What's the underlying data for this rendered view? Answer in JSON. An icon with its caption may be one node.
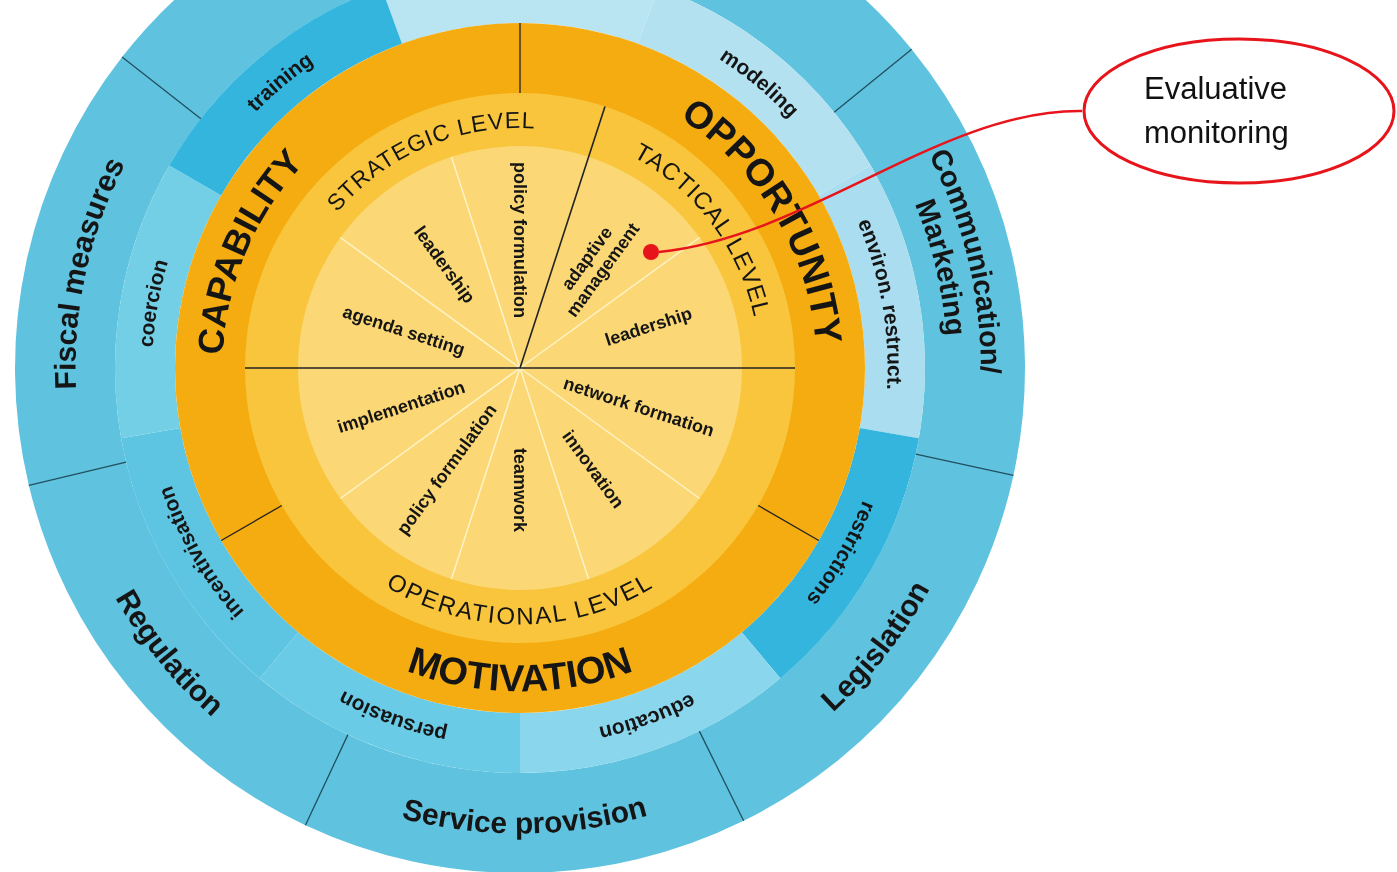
{
  "diagram": {
    "nodes": [
      {
        "text": [
          "Evaluative monitoring"
        ]
      },
      {
        "text": [],
        "shape": "circle"
      }
    ],
    "edges": [
      {
        "from": 0,
        "to": 1,
        "arrow": "none"
      }
    ],
    "labels": [
      "Fiscal measures",
      "Communication/ Marketing",
      "Legislation",
      "Service provision",
      "Regulation",
      "training",
      "modeling",
      "environ. restruct.",
      "restrictions",
      "education",
      "persuasion",
      "incentivisation",
      "coercion",
      "CAPABILITY",
      "OPPORTUNITY",
      "MOTIVATION",
      "STRATEGIC LEVEL",
      "TACTICAL LEVEL",
      "OPERATIONAL LEVEL",
      "agenda setting",
      "leadership",
      "policy formulation",
      "adaptive management",
      "leadership",
      "network formation",
      "innovation",
      "teamwork",
      "policy formulation",
      "implementation"
    ]
  }
}
